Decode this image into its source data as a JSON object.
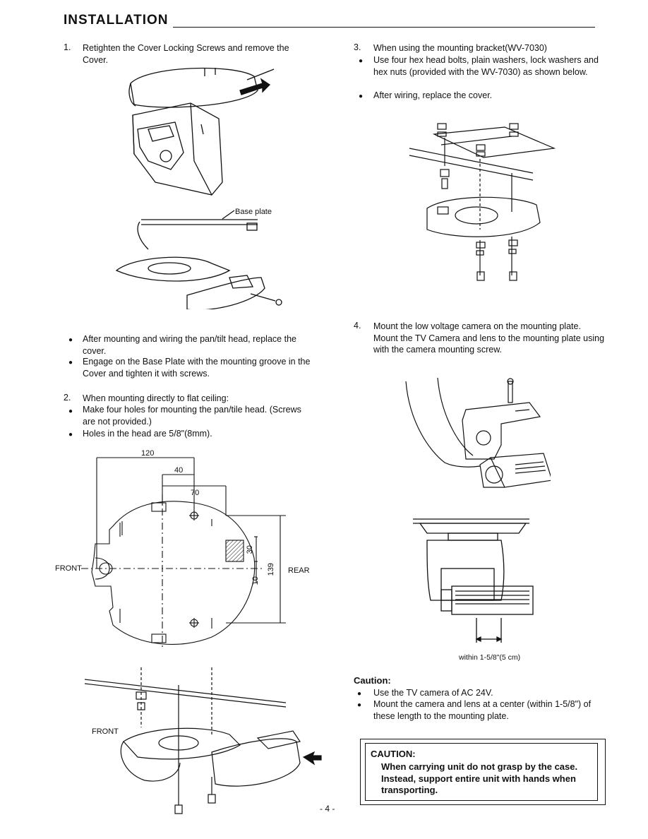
{
  "header": {
    "title": "INSTALLATION"
  },
  "left": {
    "step1": {
      "number": "1.",
      "text": "Retighten the Cover Locking Screws and remove the Cover."
    },
    "fig_base_plate_label": "Base plate",
    "bullets_a": [
      "After mounting and wiring the pan/tilt head, replace the cover.",
      "Engage on the Base Plate with the mounting groove in the Cover and tighten it with screws."
    ],
    "step2": {
      "number": "2.",
      "text": "When mounting directly to flat ceiling:"
    },
    "bullets_b": [
      "Make four holes for mounting the pan/tile head. (Screws are not provided.)",
      "Holes in the head are 5/8\"(8mm)."
    ],
    "dimensions": {
      "d120": "120",
      "d40": "40",
      "d70": "70",
      "d30": "30",
      "d10": "10",
      "d139": "139",
      "front": "FRONT",
      "rear": "REAR"
    },
    "fig_front_label": "FRONT"
  },
  "right": {
    "step3": {
      "number": "3.",
      "text": "When using the mounting bracket(WV-7030)"
    },
    "bullets_c": [
      "Use four hex head bolts, plain washers, lock washers and hex nuts (provided with the WV-7030) as shown below.",
      "After wiring, replace the cover."
    ],
    "step4": {
      "number": "4.",
      "text": "Mount the low voltage camera on the mounting plate. Mount the TV Camera and lens to the mounting plate using with the camera mounting screw."
    },
    "within_label": "within 1-5/8\"(5 cm)",
    "caution": {
      "heading": "Caution:",
      "bullets": [
        "Use the TV camera of AC 24V.",
        "Mount the camera and lens at a center (within 1-5/8\") of these length to the mounting plate."
      ]
    },
    "caution_box": {
      "title": "CAUTION:",
      "text": "When carrying unit do not grasp by the case. Instead, support entire unit with hands when transporting."
    }
  },
  "footer": {
    "page": "- 4 -"
  }
}
